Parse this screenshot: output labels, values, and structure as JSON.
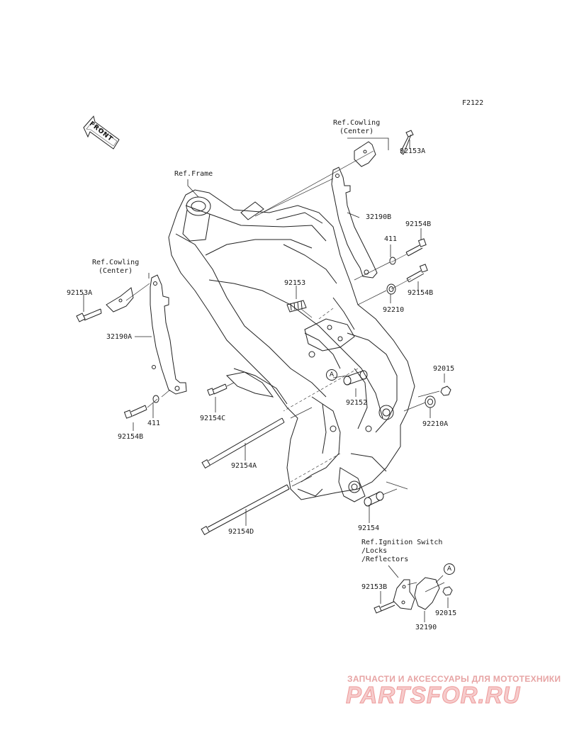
{
  "diagram_code": "F2122",
  "front_label": "FRONT",
  "callout_circle": "A",
  "labels": {
    "ref_cowling_center_top": "Ref.Cowling\n(Center)",
    "ref_frame": "Ref.Frame",
    "ref_cowling_center_left": "Ref.Cowling\n(Center)",
    "ref_ignition": "Ref.Ignition Switch\n/Locks\n/Reflectors",
    "p92153A_top": "92153A",
    "p32190B": "32190B",
    "p92154B_top": "92154B",
    "p411_top": "411",
    "p92154B_mid": "92154B",
    "p92210": "92210",
    "p92153": "92153",
    "p92153A_left": "92153A",
    "p32190A": "32190A",
    "p411_left": "411",
    "p92154B_left": "92154B",
    "p92154C": "92154C",
    "p92015_top": "92015",
    "p92210A": "92210A",
    "p92152": "92152",
    "p92154A": "92154A",
    "p92154D": "92154D",
    "p92154": "92154",
    "p92153B": "92153B",
    "p92015_bot": "92015",
    "p32190": "32190"
  },
  "watermark": {
    "subtitle": "ЗАПЧАСТИ И АКСЕССУАРЫ ДЛЯ МОТОТЕХНИКИ",
    "logo": "PARTSFOR.RU"
  }
}
